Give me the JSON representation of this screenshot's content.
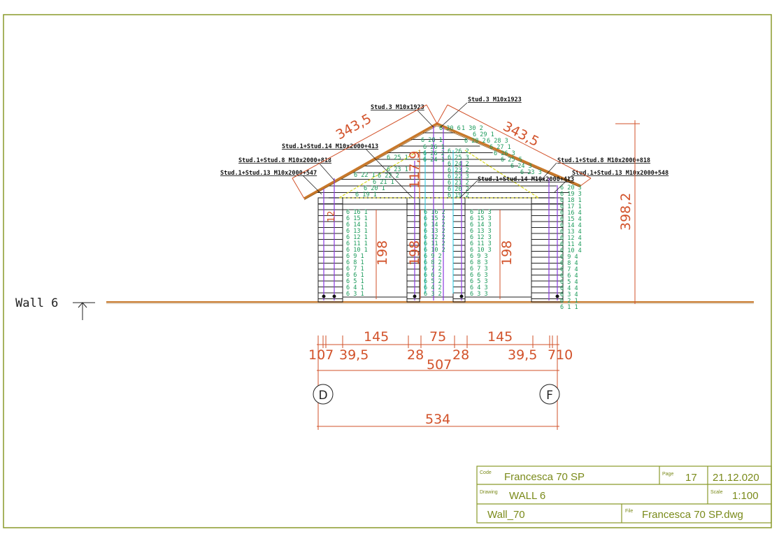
{
  "wall_marker": {
    "label": "Wall 6"
  },
  "studs": {
    "top_left": "Stud.3 M10x1923",
    "top_right": "Stud.3 M10x1923",
    "left_1": "Stud.1+Stud.14 M10x2000+413",
    "left_2": "Stud.1+Stud.8 M10x2000+818",
    "left_3": "Stud.1+Stud.13 M10x2000+547",
    "right_1": "Stud.1+Stud.8 M10x2000+818",
    "right_2": "Stud.1+Stud.13 M10x2000+548",
    "center": "Stud.1+Stud.14 M10x2000+413"
  },
  "dimensions": {
    "roof_left": "343,5",
    "roof_right": "343,5",
    "total_height": "398,2",
    "gable_height": "117,9",
    "eave_small": "12",
    "opening_1": "198",
    "opening_2": "198",
    "opening_3": "198",
    "top_row": [
      "145",
      "75",
      "145"
    ],
    "bottom_row": [
      "107",
      "39,5",
      "28",
      "28",
      "39,5",
      "710"
    ],
    "overall_inner": "507",
    "overall": "534"
  },
  "axes": {
    "left": "D",
    "right": "F"
  },
  "log_columns": {
    "col1": [
      "6 16 1",
      "6 15 1",
      "6 14 1",
      "6 13 1",
      "6 12 1",
      "6 11 1",
      "6 10 1",
      "6 9 1",
      "6 8 1",
      "6 7 1",
      "6 6 1",
      "6 5 1",
      "6 4 1",
      "6 3 1"
    ],
    "col2": [
      "6 16 2",
      "6 15 2",
      "6 14 2",
      "6 13 2",
      "6 12 2",
      "6 11 2",
      "6 10 2",
      "6 9 2",
      "6 8 2",
      "6 7 2",
      "6 6 2",
      "6 5 2",
      "6 4 2",
      "6 3 2"
    ],
    "col3": [
      "6 16 3",
      "6 15 3",
      "6 14 3",
      "6 13 3",
      "6 12 3",
      "6 11 3",
      "6 10 3",
      "6 9 3",
      "6 8 3",
      "6 7 3",
      "6 6 3",
      "6 5 3",
      "6 4 3",
      "6 3 3"
    ],
    "col4": [
      "6 20 3",
      "6 19 3",
      "6 18 1",
      "6 17 1",
      "6 16 4",
      "6 15 4",
      "6 14 4",
      "6 13 4",
      "6 12 4",
      "6 11 4",
      "6 10 4",
      "6 9 4",
      "6 8 4",
      "6 7 4",
      "6 6 4",
      "6 5 4",
      "6 4 4",
      "6 3 4",
      "6 2 1",
      "6 1 1"
    ]
  },
  "gable_labels": {
    "left": [
      "6 28 1",
      "6 26 1",
      "6 26 2",
      "6 25 1",
      "6 24 1",
      "6 23 1",
      "6 22 1",
      "6 22 2",
      "6 21 1",
      "6 20 1",
      "6 19 1"
    ],
    "center": [
      "6 30 6",
      "1 30 2",
      "6 29 1",
      "6 28 2",
      "6 28 3",
      "6 27 1",
      "6 26 2",
      "6 26 3",
      "6 25 3",
      "6 25 5",
      "6 24 2",
      "6 24 3",
      "6 23 2",
      "6 23 3",
      "6 22 3",
      "6 21 2",
      "6 20 2",
      "6 19 2"
    ]
  },
  "title_block": {
    "code_caption": "Code",
    "code": "Francesca 70 SP",
    "page_caption": "Page",
    "page": "17",
    "date": "21.12.020",
    "drawing_caption": "Drawing",
    "drawing": "WALL 6",
    "scale_caption": "Scale",
    "scale": "1:100",
    "layer": "Wall_70",
    "file_caption": "File",
    "file": "Francesca 70 SP.dwg"
  },
  "colors": {
    "frame": "#8a9a2a",
    "dimension": "#d2522a",
    "label": "#1a9a5a",
    "stud": "#8a3ae0"
  }
}
